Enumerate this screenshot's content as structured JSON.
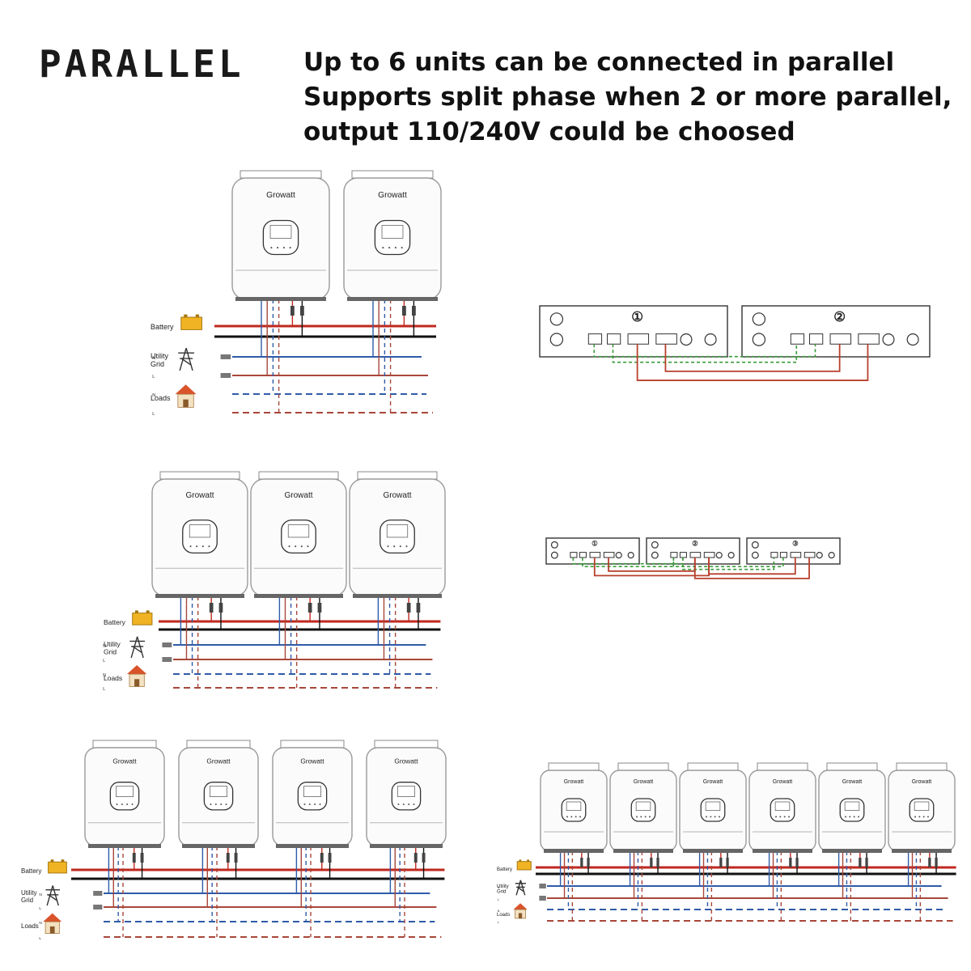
{
  "header": {
    "title": "PARALLEL",
    "lines": [
      "Up to 6 units can be connected in parallel",
      "Supports split phase when 2 or more parallel,",
      "output 110/240V could be choosed"
    ]
  },
  "labels": {
    "battery": "Battery",
    "utility": "Utility",
    "grid": "Grid",
    "loads": "Loads",
    "neutral": "N",
    "line": "L",
    "brand": "Growatt"
  },
  "diagrams": [
    {
      "units": 2
    },
    {
      "units": 3
    },
    {
      "units": 4
    },
    {
      "units": 6
    }
  ],
  "panels": [
    {
      "units": [
        "①",
        "②"
      ]
    },
    {
      "units": [
        "①",
        "②",
        "③"
      ]
    }
  ],
  "colors": {
    "battery_positive": "#c0281f",
    "battery_negative": "#111111",
    "grid_neutral": "#2f5ba8",
    "grid_line": "#a8473a",
    "comm_green": "#3a9a3a",
    "comm_red": "#b8402d",
    "battery_icon": "#f0b323",
    "house_roof": "#d9532b"
  }
}
